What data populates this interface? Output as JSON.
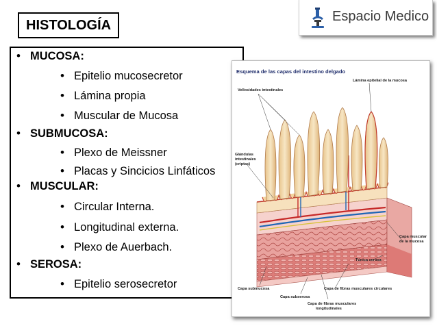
{
  "title": "HISTOLOGÍA",
  "brand": {
    "name": "Espacio Medico",
    "icon": "microscope-icon"
  },
  "sections": [
    {
      "heading": "MUCOSA:",
      "items": [
        "Epitelio mucosecretor",
        "Lámina propia",
        "Muscular de Mucosa"
      ]
    },
    {
      "heading": "SUBMUCOSA:",
      "items": [
        "Plexo de Meissner",
        "Placas y Sincicios Linfáticos"
      ]
    },
    {
      "heading": "MUSCULAR:",
      "items": [
        "Circular Interna.",
        "Longitudinal externa.",
        "Plexo de Auerbach."
      ]
    },
    {
      "heading": "SEROSA:",
      "items": [
        "Epitelio serosecretor"
      ]
    }
  ],
  "bullet": "•",
  "diagram": {
    "title": "Esquema de las capas del intestino delgado",
    "labels": {
      "vellosidades": "Vellosidades intestinales",
      "lamina_epitelial": "Lámina epitelial de la mucosa",
      "glandulas_1": "Glándulas",
      "glandulas_2": "intestinales",
      "glandulas_3": "(criptas)",
      "capa_muscular_mucosa_1": "Capa muscular",
      "capa_muscular_mucosa_2": "de la mucosa",
      "tunica_serosa": "Túnica serosa",
      "capa_submucosa": "Capa submucosa",
      "capa_subserosa": "Capa subserosa",
      "fibras_circulares": "Capa de fibras musculares circulares",
      "fibras_longitudinales_1": "Capa de fibras musculares",
      "fibras_longitudinales_2": "longitudinales"
    },
    "colors": {
      "villi": "#f1d9a8",
      "villi_outline": "#b07a4a",
      "epithelium_red": "#c0392b",
      "submucosa": "#f3c6c2",
      "muscle_circular": "#e08a86",
      "muscle_longitudinal": "#d9706c",
      "serosa": "#f5dcd8",
      "artery": "#c62828",
      "vein": "#1e66b5",
      "nerve": "#d8c23a"
    }
  }
}
